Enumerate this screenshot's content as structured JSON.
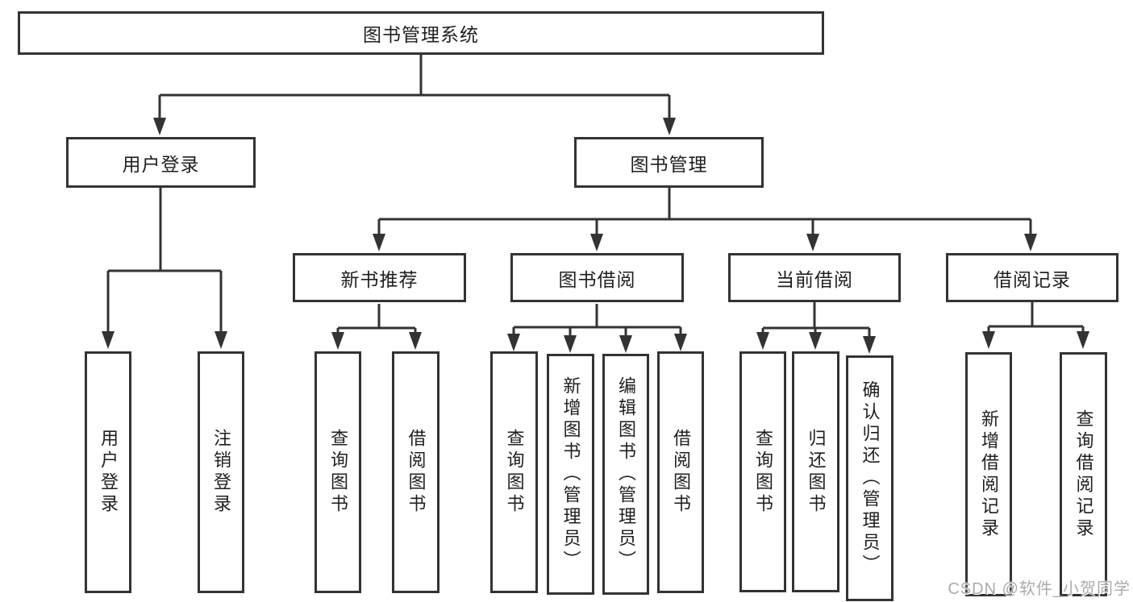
{
  "tree": {
    "root": "图书管理系统",
    "login": {
      "label": "用户登录",
      "children": [
        "用户登录",
        "注销登录"
      ]
    },
    "management": {
      "label": "图书管理",
      "sections": [
        {
          "label": "新书推荐",
          "children": [
            "查询图书",
            "借阅图书"
          ]
        },
        {
          "label": "图书借阅",
          "children": [
            "查询图书",
            "新增图书（管理员）",
            "编辑图书（管理员）",
            "借阅图书"
          ]
        },
        {
          "label": "当前借阅",
          "children": [
            "查询图书",
            "归还图书",
            "确认归还（管理员）"
          ]
        },
        {
          "label": "借阅记录",
          "children": [
            "新增借阅记录",
            "查询借阅记录"
          ]
        }
      ]
    }
  },
  "watermark": {
    "text": "CSDN @软件_小贺同学"
  },
  "colors": {
    "line": "#333333",
    "text": "#1f1f1f",
    "watermark": "#ababab"
  }
}
